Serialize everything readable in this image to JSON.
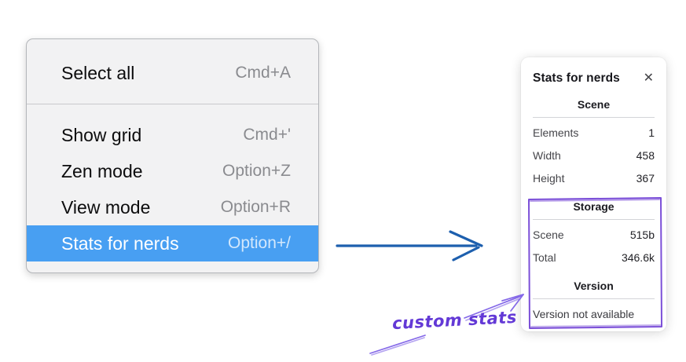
{
  "colors": {
    "menu_background": "#f2f2f3",
    "menu_border": "#b4b6ba",
    "highlight_blue": "#489ff2",
    "highlight_text": "#ffffff",
    "shortcut_gray": "#8a8b8f",
    "arrow_blue": "#1d5fae",
    "annotation_purple_text": "#6339d6",
    "annotation_purple_stroke": "#8468e8",
    "sketch_box_purple": "#7b4fd8"
  },
  "menu": {
    "groups": [
      {
        "items": [
          {
            "label": "Select all",
            "shortcut": "Cmd+A",
            "highlighted": false
          }
        ]
      },
      {
        "items": [
          {
            "label": "Show grid",
            "shortcut": "Cmd+'",
            "highlighted": false
          },
          {
            "label": "Zen mode",
            "shortcut": "Option+Z",
            "highlighted": false
          },
          {
            "label": "View mode",
            "shortcut": "Option+R",
            "highlighted": false
          },
          {
            "label": "Stats for nerds",
            "shortcut": "Option+/",
            "highlighted": true
          }
        ]
      }
    ]
  },
  "panel": {
    "title": "Stats for nerds",
    "close_icon": "✕",
    "sections": [
      {
        "header": "Scene",
        "rows": [
          {
            "label": "Elements",
            "value": "1"
          },
          {
            "label": "Width",
            "value": "458"
          },
          {
            "label": "Height",
            "value": "367"
          }
        ]
      },
      {
        "header": "Storage",
        "rows": [
          {
            "label": "Scene",
            "value": "515b"
          },
          {
            "label": "Total",
            "value": "346.6k"
          }
        ]
      },
      {
        "header": "Version",
        "note": "Version not available"
      }
    ]
  },
  "annotation": {
    "label": "custom stats"
  }
}
